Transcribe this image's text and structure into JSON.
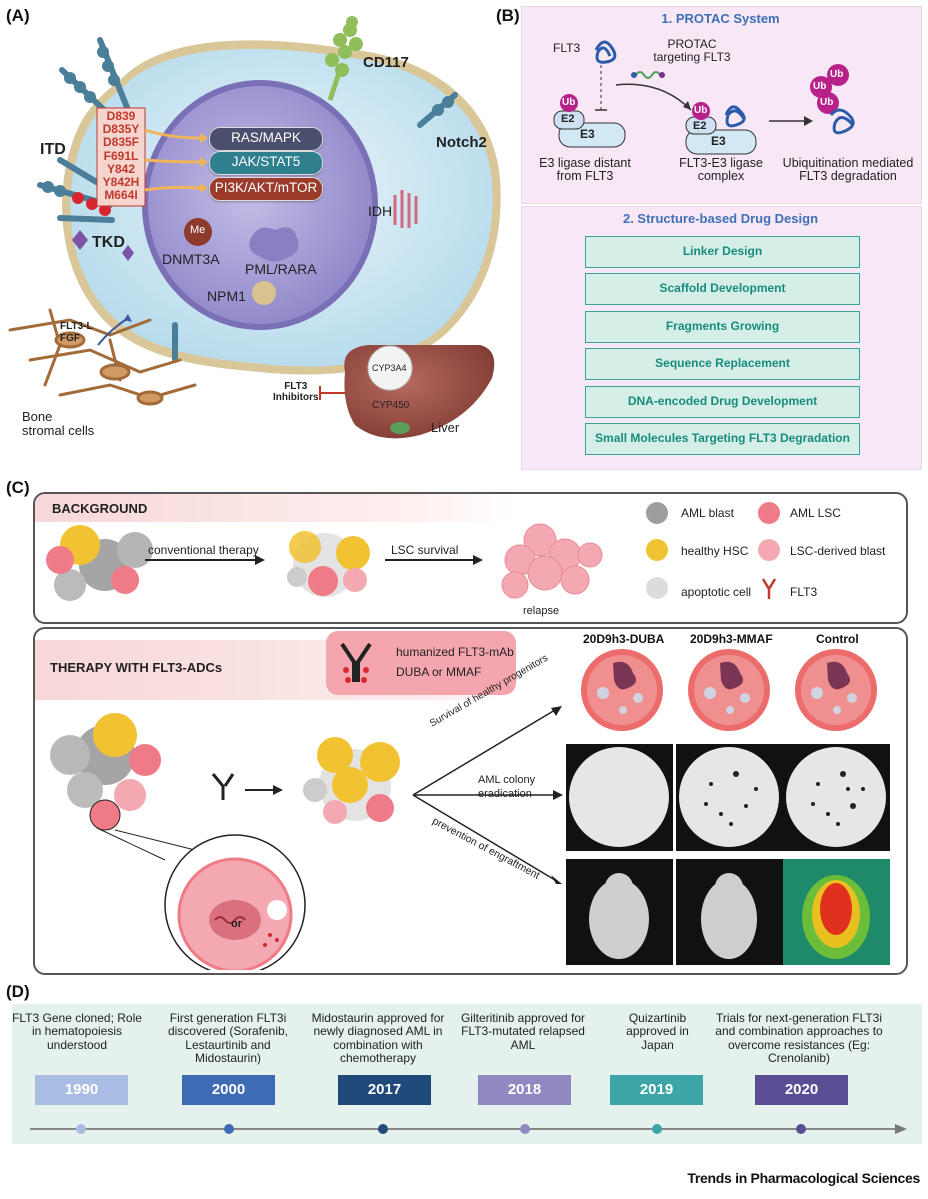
{
  "panel_labels": {
    "a": "(A)",
    "b": "(B)",
    "c": "(C)",
    "d": "(D)"
  },
  "panel_a": {
    "mutations": [
      "D839",
      "D835Y",
      "D835F",
      "F691L",
      "Y842",
      "Y842H",
      "M664I"
    ],
    "pathways": [
      {
        "label": "RAS/MAPK",
        "color": "#4a4f6e"
      },
      {
        "label": "JAK/STAT5",
        "color": "#2f7f8f"
      },
      {
        "label": "PI3K/AKT/mTOR",
        "color": "#9a3b2c"
      }
    ],
    "itd": "ITD",
    "tkd": "TKD",
    "cd117": "CD117",
    "notch2": "Notch2",
    "idh": "IDH",
    "me": "Me",
    "dnmt3a": "DNMT3A",
    "pml_rara": "PML/RARA",
    "npm1": "NPM1",
    "flt3l_fgf": [
      "FLT3-L",
      "FGF"
    ],
    "bone_stromal": [
      "Bone",
      "stromal cells"
    ],
    "flt3_inhibitors": [
      "FLT3",
      "Inhibitors"
    ],
    "cyp3a4": "CYP3A4",
    "cyp450": "CYP450",
    "liver": "Liver"
  },
  "panel_b": {
    "title1": "1. PROTAC System",
    "flt3": "FLT3",
    "protac": [
      "PROTAC",
      "targeting FLT3"
    ],
    "ub": "Ub",
    "e2": "E2",
    "e3": "E3",
    "caption1": [
      "E3 ligase distant",
      "from FLT3"
    ],
    "caption2": [
      "FLT3-E3 ligase",
      "complex"
    ],
    "caption3": [
      "Ubiquitination mediated",
      "FLT3 degradation"
    ],
    "title2": "2. Structure-based Drug Design",
    "strategies": [
      "Linker Design",
      "Scaffold Development",
      "Fragments Growing",
      "Sequence Replacement",
      "DNA-encoded Drug Development",
      "Small Molecules Targeting FLT3 Degradation"
    ]
  },
  "panel_c": {
    "background_title": "BACKGROUND",
    "conventional_therapy": "conventional therapy",
    "lsc_survival": "LSC survival",
    "relapse": "relapse",
    "legend": [
      {
        "label": "AML blast",
        "color": "#9e9e9e"
      },
      {
        "label": "AML LSC",
        "color": "#ee7b86"
      },
      {
        "label": "healthy HSC",
        "color": "#f1c232"
      },
      {
        "label": "LSC-derived blast",
        "color": "#f4a9b2"
      },
      {
        "label": "apoptotic cell",
        "color": "#dcdcdc"
      },
      {
        "label": "FLT3",
        "color": "#c0392b"
      }
    ],
    "therapy_title": "THERAPY WITH FLT3-ADCs",
    "adc_legend": [
      "humanized FLT3-mAb",
      "DUBA or MMAF"
    ],
    "columns": [
      "20D9h3-DUBA",
      "20D9h3-MMAF",
      "Control"
    ],
    "outcomes": [
      "Survival of healthy progenitors",
      "AML colony eradication",
      "prevention of engraftment"
    ],
    "or": "or"
  },
  "panel_d": {
    "events": [
      {
        "year": "1990",
        "text": "FLT3 Gene cloned; Role in hematopoiesis understood",
        "color": "#a9bde3"
      },
      {
        "year": "2000",
        "text": "First generation FLT3i discovered (Sorafenib, Lestaurtinib and Midostaurin)",
        "color": "#3d6cb4"
      },
      {
        "year": "2017",
        "text": "Midostaurin approved for newly diagnosed AML in combination with chemotherapy",
        "color": "#1f4a7a"
      },
      {
        "year": "2018",
        "text": "Gilteritinib approved for FLT3-mutated relapsed AML",
        "color": "#9188c1"
      },
      {
        "year": "2019",
        "text": "Quizartinib approved in Japan",
        "color": "#3da5a8"
      },
      {
        "year": "2020",
        "text": "Trials for next-generation FLT3i and combination approaches to overcome resistances (Eg: Crenolanib)",
        "color": "#5a4d94"
      }
    ]
  },
  "brand": "Trends in Pharmacological Sciences"
}
